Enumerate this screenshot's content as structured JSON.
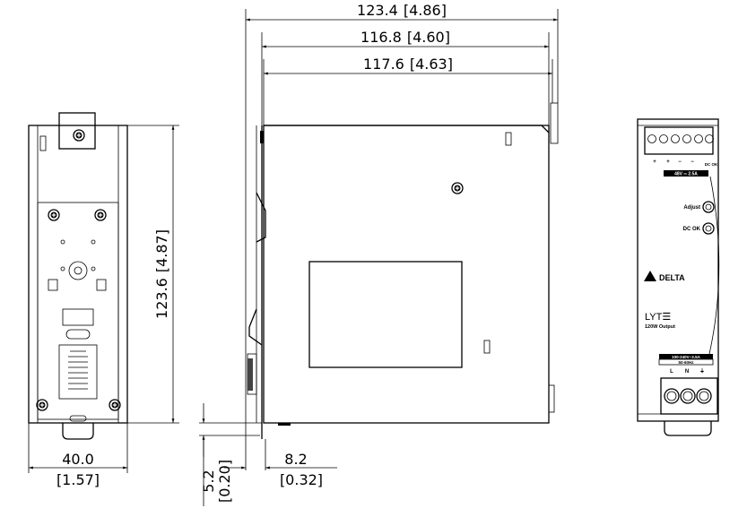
{
  "dimensions": {
    "overall_depth": {
      "mm": "123.4",
      "in": "[4.86]"
    },
    "body_depth": {
      "mm": "116.8",
      "in": "[4.60]"
    },
    "rail_depth": {
      "mm": "117.6",
      "in": "[4.63]"
    },
    "height": {
      "mm": "123.6",
      "in": "[4.87]"
    },
    "width": {
      "mm": "40.0",
      "in": "[1.57]"
    },
    "foot_offset": {
      "mm": "5.2",
      "in": "[0.20]"
    },
    "rail_offset": {
      "mm": "8.2",
      "in": "[0.32]"
    }
  },
  "front_panel": {
    "terminal_labels": [
      "+",
      "+",
      "−",
      "−",
      "DC OK"
    ],
    "output_rating": "48V ═ 2.5A",
    "adjust_label": "Adjust",
    "dc_ok_label": "DC OK",
    "brand": "DELTA",
    "series": "LYT☰",
    "power": "120W Output",
    "input_rating": "100-240V~2.5A",
    "input_freq": "50-60Hz",
    "input_terminals": [
      "L",
      "N",
      "⏚"
    ]
  }
}
